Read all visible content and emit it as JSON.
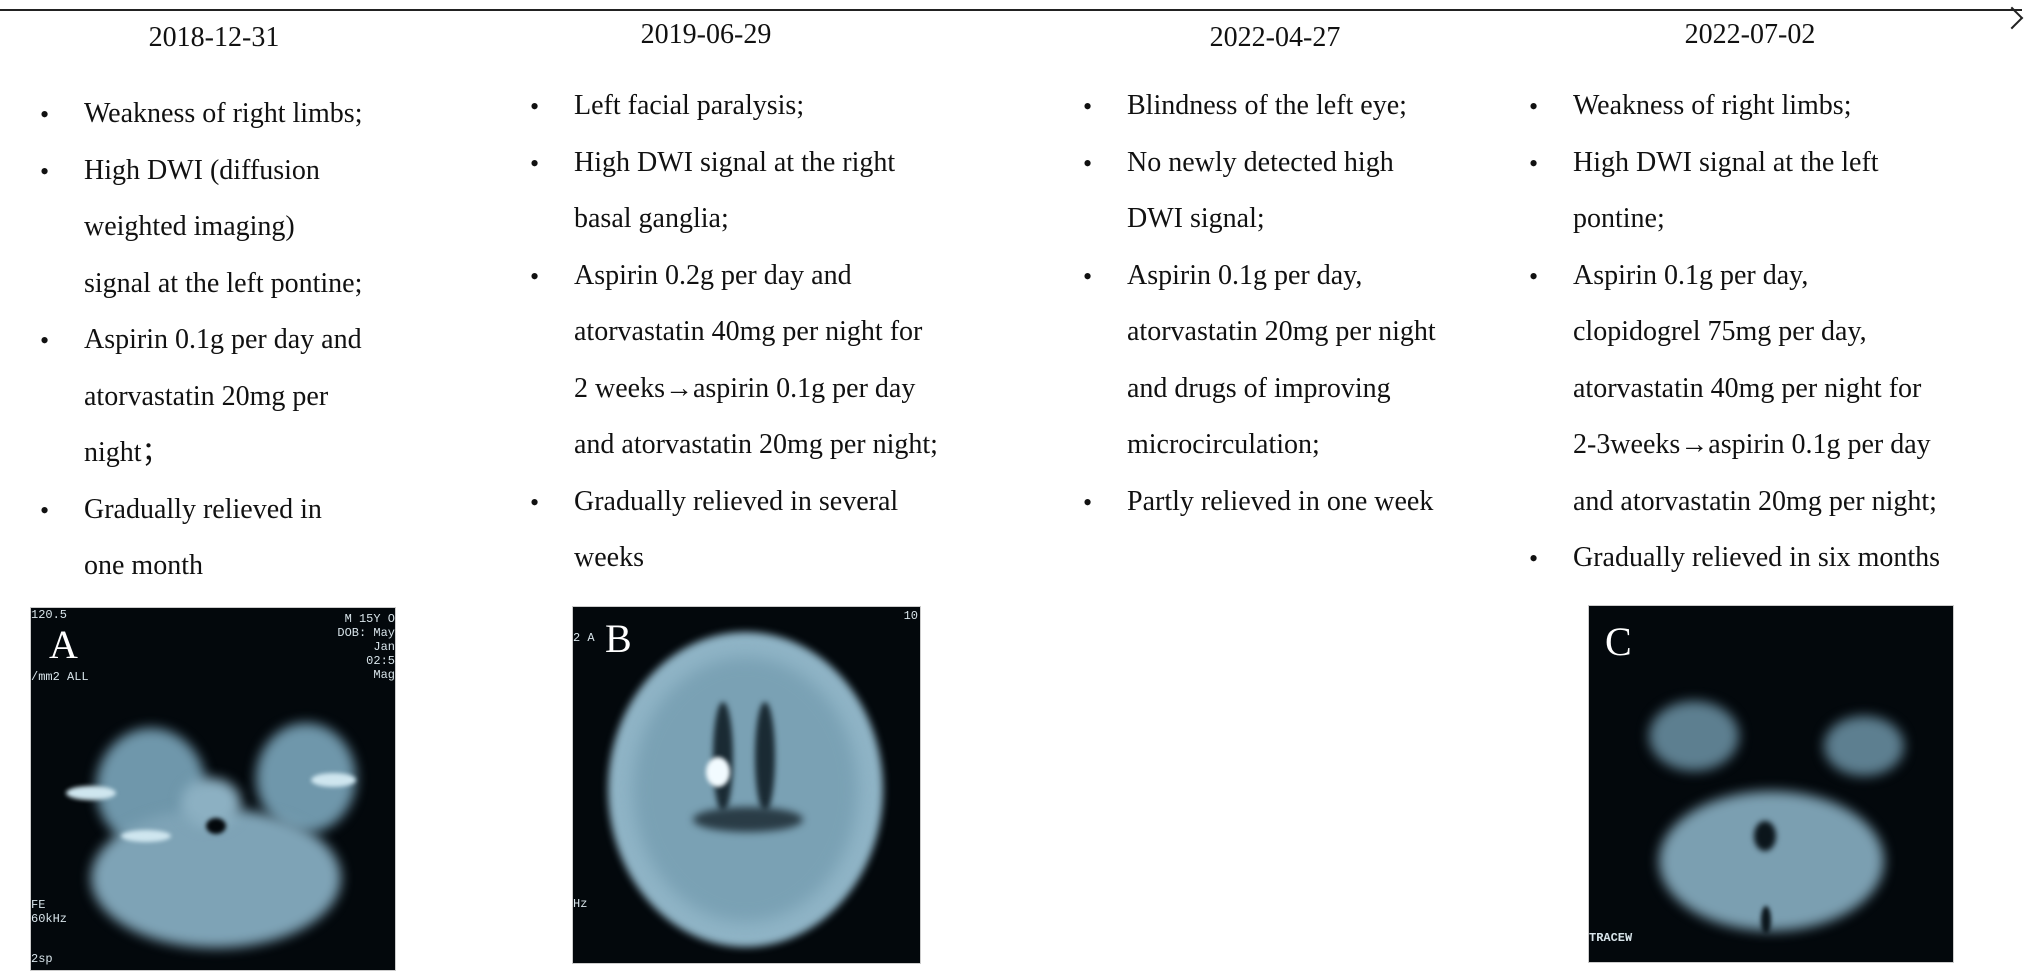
{
  "timeline": [
    {
      "date": "2018-12-31",
      "items": [
        [
          "Weakness of right limbs;"
        ],
        [
          "High DWI (diffusion",
          "weighted imaging)",
          "signal at the left pontine;"
        ],
        [
          "Aspirin 0.1g per day and",
          "atorvastatin 20mg per",
          "night；"
        ],
        [
          "Gradually relieved in",
          "one month"
        ]
      ]
    },
    {
      "date": "2019-06-29",
      "items": [
        [
          "Left facial paralysis;"
        ],
        [
          "High DWI signal at the right",
          "basal ganglia;"
        ],
        [
          "Aspirin 0.2g per day and",
          "atorvastatin 40mg per night for",
          "2 weeks→aspirin 0.1g per day",
          "and atorvastatin 20mg per night;"
        ],
        [
          "Gradually relieved in several",
          "weeks"
        ]
      ]
    },
    {
      "date": "2022-04-27",
      "items": [
        [
          "Blindness of the left eye;"
        ],
        [
          "No newly detected high",
          "DWI signal;"
        ],
        [
          "Aspirin 0.1g per day,",
          "atorvastatin 20mg per night",
          "and drugs of improving",
          "microcirculation;"
        ],
        [
          "Partly relieved in one week"
        ]
      ]
    },
    {
      "date": "2022-07-02",
      "items": [
        [
          "Weakness of right limbs;"
        ],
        [
          "High DWI signal at the left",
          "pontine;"
        ],
        [
          "Aspirin 0.1g per day,",
          "clopidogrel 75mg per day,",
          "atorvastatin 40mg per night for",
          "2-3weeks→aspirin 0.1g per day",
          "and atorvastatin 20mg per night;"
        ],
        [
          "Gradually relieved in six months"
        ]
      ]
    }
  ],
  "bullet_char": "•",
  "scans": {
    "A": {
      "label": "A",
      "overlay_tl": "120.5",
      "overlay_tr": "M 15Y O\nDOB: May\n   Jan\n  02:5\n    Mag",
      "overlay_ml": "/mm2 ALL",
      "overlay_bl": "FE\n60kHz",
      "overlay_bl2": "2sp"
    },
    "B": {
      "label": "B",
      "overlay_tl": "2 A",
      "overlay_tr": "10",
      "overlay_bl": "Hz"
    },
    "C": {
      "label": "C",
      "overlay_bl": "TRACEW"
    }
  },
  "colors": {
    "scan_bg": "#03080c",
    "tissue": "#8fb4c6"
  }
}
